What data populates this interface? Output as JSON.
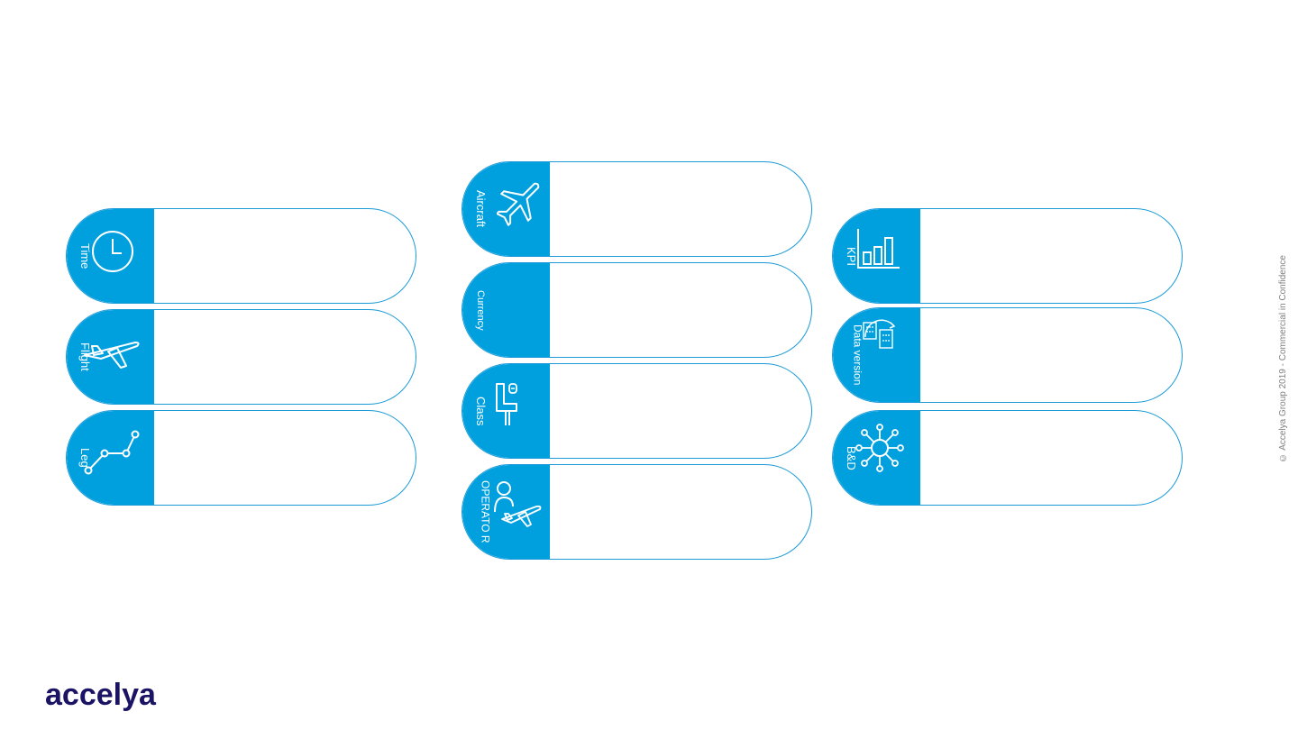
{
  "cards": {
    "time": {
      "label": "Time",
      "icon": "clock-icon"
    },
    "flight": {
      "label": "Flight",
      "icon": "airplane-icon"
    },
    "leg": {
      "label": "Leg",
      "icon": "route-icon"
    },
    "aircraft": {
      "label": "Aircraft",
      "icon": "airplane-icon"
    },
    "currency": {
      "label": "Currency",
      "icon": ""
    },
    "class": {
      "label": "Class",
      "icon": "seat-icon"
    },
    "operator": {
      "label": "OPERATO R",
      "icon": "operator-icon"
    },
    "kpi": {
      "label": "KPI",
      "icon": "bar-chart-icon"
    },
    "data_version": {
      "label": "Data version",
      "icon": "database-refresh-icon"
    },
    "bd": {
      "label": "B&D",
      "icon": "network-icon"
    }
  },
  "footer": {
    "logo": "accelya",
    "copyright": "© Accelya Group 2019 - Commercial in Confidence"
  },
  "colors": {
    "accent": "#00a0df",
    "border": "#1a9ad6",
    "brand": "#1b1464"
  }
}
